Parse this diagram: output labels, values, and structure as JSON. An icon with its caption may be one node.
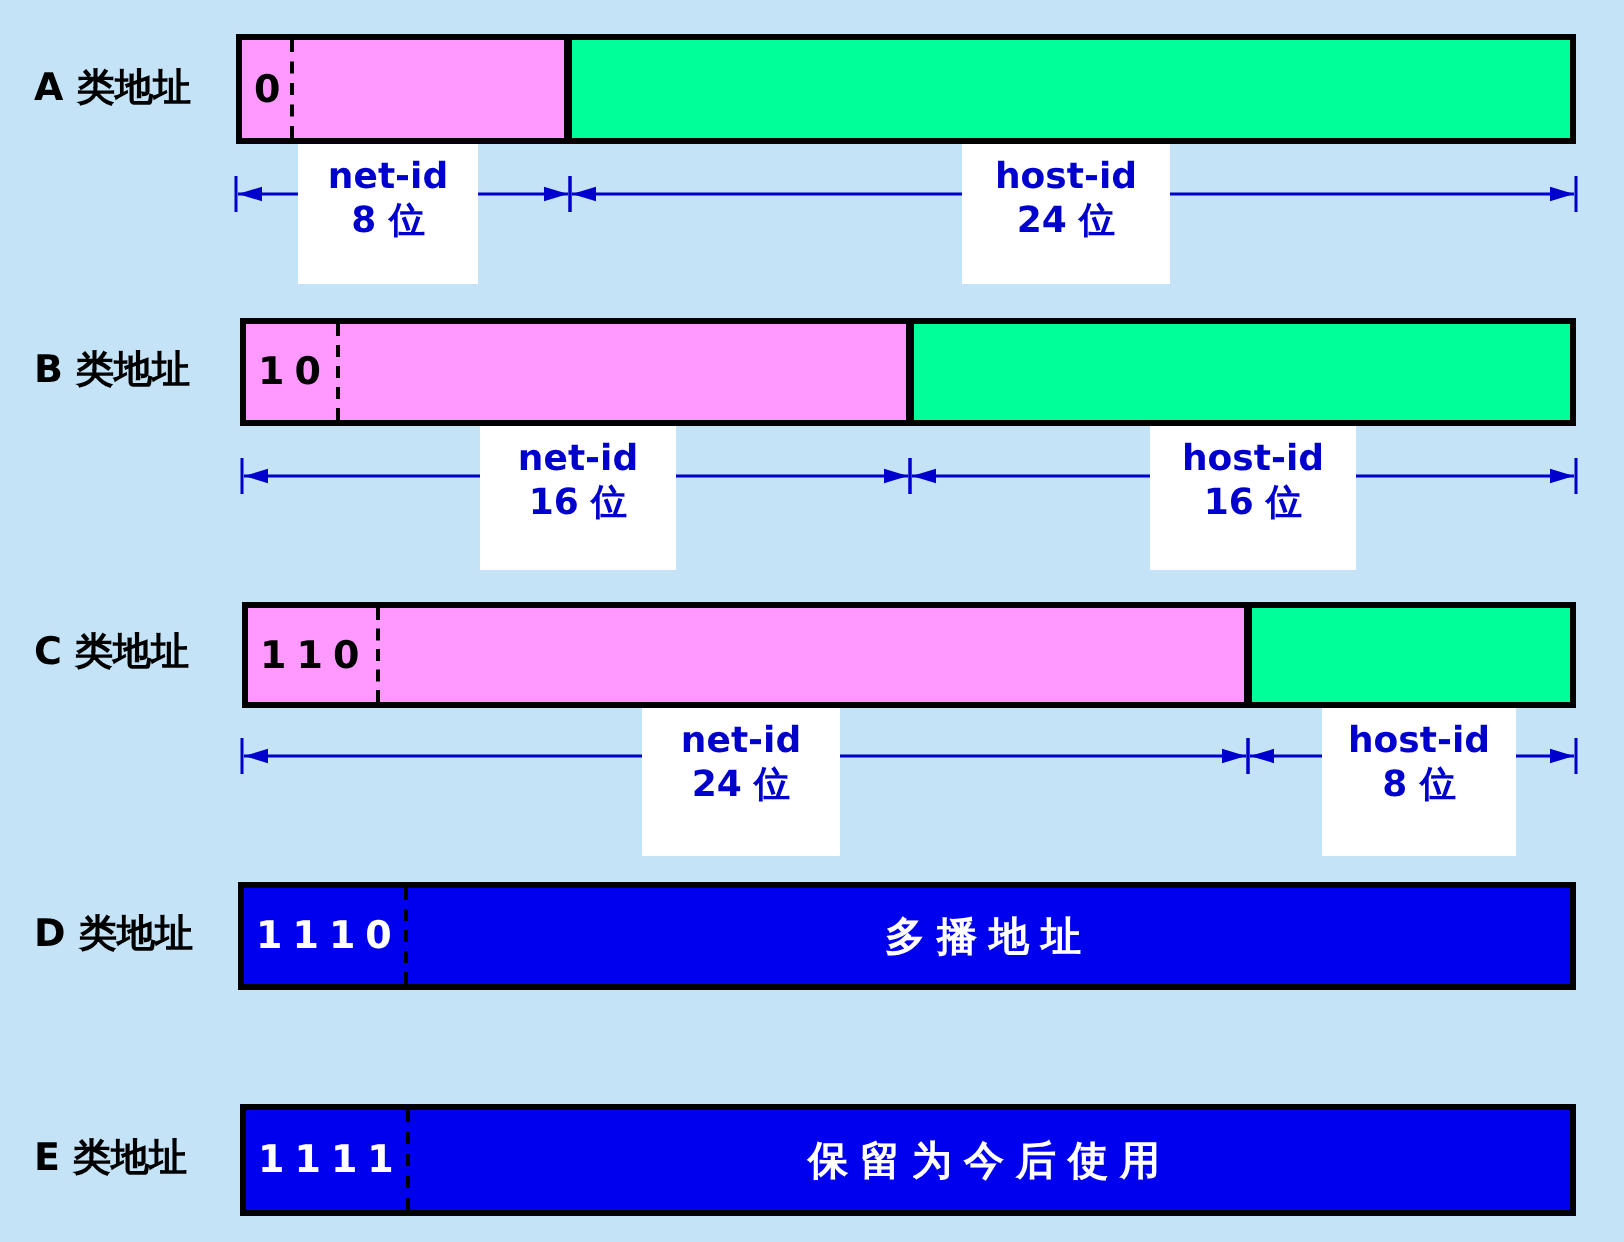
{
  "diagram": {
    "nodes": [
      {
        "text": [
          "0"
        ]
      },
      {
        "text": [],
        "shape": "box"
      },
      {
        "text": [
          "10"
        ]
      },
      {
        "text": [],
        "shape": "box"
      },
      {
        "text": [
          "110"
        ]
      },
      {
        "text": [],
        "shape": "box"
      },
      {
        "text": [
          "1110",
          "多播地址"
        ]
      },
      {
        "text": [
          "1111",
          "保留为今后使用"
        ]
      }
    ],
    "labels": [
      "A 类地址",
      "net-id 8 位",
      "host-id 24 位",
      "B 类地址",
      "net-id 16 位",
      "host-id 16 位",
      "C 类地址",
      "net-id 24 位",
      "host-id 8 位",
      "D 类地址",
      "E 类地址"
    ]
  }
}
